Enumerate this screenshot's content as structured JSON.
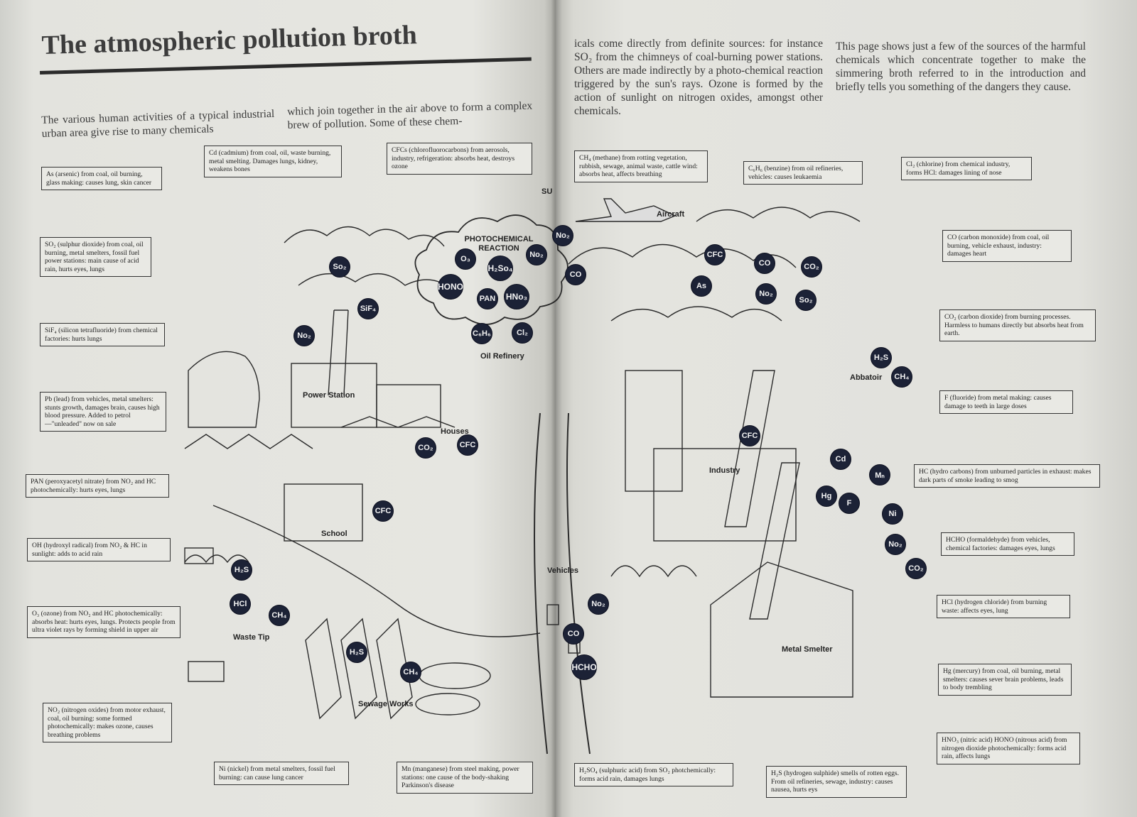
{
  "title": "The atmospheric pollution broth",
  "intro": {
    "col1": "The various human activities of a typical industrial urban area give rise to many chemicals",
    "col2": "which join together in the air above to form a complex brew of pollution. Some of these chem-",
    "col3": "icals come directly from definite sources: for instance SO₂ from the chimneys of coal-burning power stations. Others are made indirectly by a photo-chemical reaction triggered by the sun's rays. Ozone is formed by the action of sunlight on nitrogen oxides, amongst other chemicals.",
    "col4": "This page shows just a few of the sources of the harmful chemicals which concentrate together to make the simmering broth referred to in the introduction and briefly tells you something of the dangers they cause."
  },
  "boxes": {
    "as": "As (arsenic) from coal, oil burning, glass making: causes lung, skin cancer",
    "cd": "Cd (cadmium) from coal, oil, waste burning, metal smelting. Damages lungs, kidney, weakens bones",
    "cfc": "CFCs (chlorofluorocarbons) from aerosols, industry, refrigeration: absorbs heat, destroys ozone",
    "so2": "SO₂ (sulphur dioxide) from coal, oil burning, metal smelters, fossil fuel power stations: main cause of acid rain, hurts eyes, lungs",
    "sif4": "SiF₄ (silicon tetrafluoride) from chemical factories: hurts lungs",
    "pb": "Pb (lead) from vehicles, metal smelters: stunts growth, damages brain, causes high blood pressure. Added to petrol—\"unleaded\" now on sale",
    "pan": "PAN (peroxyacetyl nitrate) from NO₂ and HC photochemically: hurts eyes, lungs",
    "oh": "OH (hydroxyl radical) from NO₂ & HC in sunlight: adds to acid rain",
    "o3": "O₃ (ozone) from NO₂ and HC photochemically: absorbs heat: hurts eyes, lungs. Protects people from ultra violet rays by forming shield in upper air",
    "nox": "NO₂ (nitrogen oxides) from motor exhaust, coal, oil burning: some formed photochemically: makes ozone, causes breathing problems",
    "ni": "Ni (nickel) from metal smelters, fossil fuel burning: can cause lung cancer",
    "mn": "Mn (manganese) from steel making, power stations: one cause of the body-shaking Parkinson's disease",
    "h2so4": "H₂SO₄ (sulphuric acid) from SO₂ photchemically: forms acid rain, damages lungs",
    "h2s": "H₂S (hydrogen sulphide) smells of rotten eggs. From oil refineries, sewage, industry: causes nausea, hurts eys",
    "ch4": "CH₄ (methane) from rotting vegetation, rubbish, sewage, animal waste, cattle wind: absorbs heat, affects breathing",
    "c6h6": "C₆H₆ (benzine) from oil refineries, vehicles: causes leukaemia",
    "cl2": "Cl₂ (chlorine) from chemical industry, forms HCl: damages lining of nose",
    "co": "CO (carbon monoxide) from coal, oil burning, vehicle exhaust, industry: damages heart",
    "co2": "CO₂ (carbon dioxide) from burning processes. Harmless to humans directly but absorbs heat from earth.",
    "f": "F (fluoride) from metal making: causes damage to teeth in large doses",
    "hc": "HC (hydro carbons) from unburned particles in exhaust: makes dark parts of smoke leading to smog",
    "hcho": "HCHO (formaldehyde) from vehicles, chemical factories: damages eyes, lungs",
    "hcl": "HCl (hydrogen chloride) from burning waste: affects eyes, lung",
    "hg": "Hg (mercury) from coal, oil burning, metal smelters: causes sever brain problems, leads to body trembling",
    "hno3": "HNO₃ (nitric acid) HONO (nitrous acid) from nitrogen dioxide photochemically: forms acid rain, affects lungs"
  },
  "places": {
    "aircraft": "Aircraft",
    "power_station": "Power Station",
    "oil_refinery": "Oil Refinery",
    "houses": "Houses",
    "abbatoir": "Abbatoir",
    "industry": "Industry",
    "school": "School",
    "vehicles": "Vehicles",
    "waste_tip": "Waste Tip",
    "sewage_works": "Sewage Works",
    "metal_smelter": "Metal Smelter",
    "photochemical": "PHOTOCHEMICAL REACTION",
    "sun": "SU"
  },
  "badges": {
    "so2": "So₂",
    "o3": "O₃",
    "h2so4": "H₂So₄",
    "hono": "HONO",
    "pan": "PAN",
    "hno3": "HNo₃",
    "no2_cloud": "No₂",
    "no2_top": "No₂",
    "co_top": "CO",
    "sif4": "SiF₄",
    "no2_power": "No₂",
    "c6h6": "C₆H₆",
    "cl2": "Cl₂",
    "cfc_sky": "CFC",
    "co_sky": "CO",
    "co2_sky": "CO₂",
    "as": "As",
    "no2_sky": "No₂",
    "so2_sky": "So₂",
    "h2s_ab": "H₂S",
    "ch4_ab": "CH₄",
    "co2_houses": "CO₂",
    "cfc_houses": "CFC",
    "cfc_ind": "CFC",
    "cd": "Cd",
    "mn": "Mₙ",
    "hg": "Hg",
    "f": "F",
    "ni": "Ni",
    "no2_smelt": "No₂",
    "co2_smelt": "CO₂",
    "cfc_school": "CFC",
    "h2s_waste": "H₂S",
    "hcl": "HCl",
    "ch4_waste": "CH₄",
    "h2s_sewage": "H₂S",
    "ch4_sewage": "CH₄",
    "no2_road": "No₂",
    "co_road": "CO",
    "hcho": "HCHO"
  }
}
